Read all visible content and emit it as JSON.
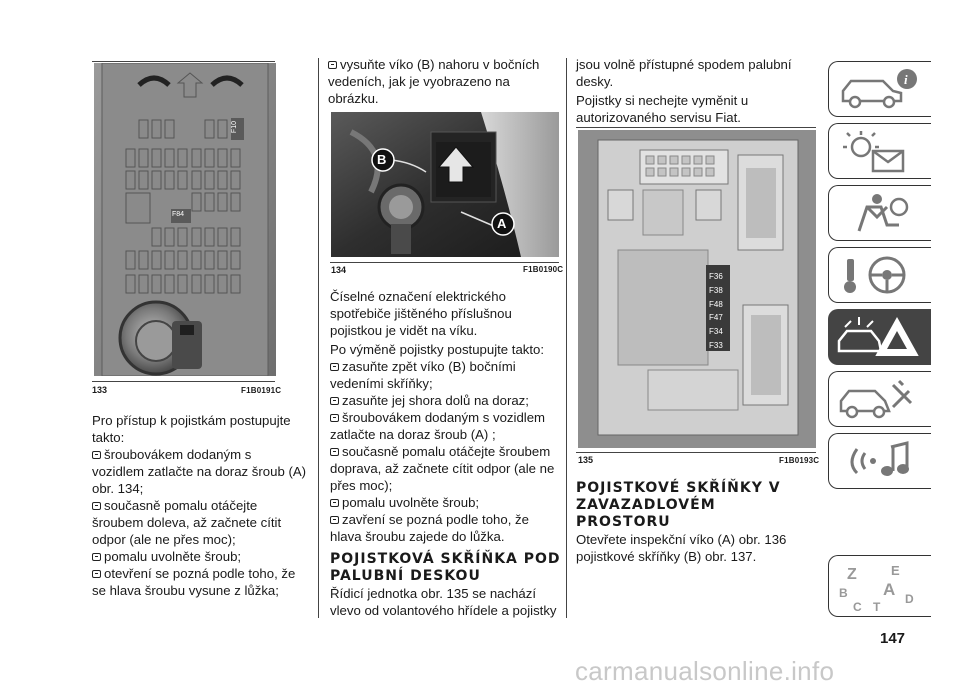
{
  "page_number": "147",
  "watermark": "carmanualsonline.info",
  "figures": {
    "f133": {
      "number": "133",
      "code": "F1B0191C",
      "labels": [
        "F10",
        "F84"
      ]
    },
    "f134": {
      "number": "134",
      "code": "F1B0190C",
      "labels": [
        "B",
        "A"
      ]
    },
    "f135": {
      "number": "135",
      "code": "F1B0193C",
      "labels": [
        "F36",
        "F38",
        "F48",
        "F47",
        "F34",
        "F33"
      ]
    }
  },
  "col1": {
    "intro": "Pro přístup k pojistkám postupujte takto:",
    "bullets": [
      "šroubovákem dodaným s vozidlem zatlačte na doraz šroub (A) obr. 134;",
      "současně pomalu otáčejte šroubem doleva, až začnete cítit odpor (ale ne přes moc);",
      "pomalu uvolněte šroub;",
      "otevření se pozná podle toho, že se hlava šroubu vysune z lůžka;"
    ]
  },
  "col2": {
    "bullet_top": "vysuňte víko (B) nahoru v bočních vedeních, jak je vyobrazeno na obrázku.",
    "para1": "Číselné označení elektrického spotřebiče jištěného příslušnou pojistkou je vidět na víku.",
    "para2": "Po výměně pojistky postupujte takto:",
    "bullets": [
      "zasuňte zpět víko (B) bočními vedeními skříňky;",
      "zasuňte jej shora dolů na doraz;",
      "šroubovákem dodaným s vozidlem zatlačte na doraz šroub (A) ;",
      "současně pomalu otáčejte šroubem doprava, až začnete cítit odpor (ale ne přes moc);",
      "pomalu uvolněte šroub;",
      "zavření se pozná podle toho, že hlava šroubu zajede do lůžka."
    ],
    "heading": "POJISTKOVÁ SKŘÍŇKA POD PALUBNÍ DESKOU",
    "para3": "Řídicí jednotka obr. 135 se nachází vlevo od volantového hřídele a pojistky"
  },
  "col3": {
    "para1": "jsou volně přístupné spodem palubní desky.",
    "para2": "Pojistky si nechejte vyměnit u autorizovaného servisu Fiat.",
    "heading": "POJISTKOVÉ SKŘÍŇKY V ZAVAZADLOVÉM PROSTORU",
    "para3": "Otevřete inspekční víko (A) obr. 136 pojistkové skříňky (B) obr. 137."
  },
  "tabs": [
    {
      "icon": "car-info-icon"
    },
    {
      "icon": "warning-lights-message-icon"
    },
    {
      "icon": "seat-airbag-icon"
    },
    {
      "icon": "key-steering-wheel-icon"
    },
    {
      "icon": "car-breakdown-warning-icon",
      "active": true
    },
    {
      "icon": "car-service-tools-icon"
    },
    {
      "icon": "multimedia-music-icon"
    },
    {
      "icon": "alphabetical-index-icon",
      "letters": [
        "Z",
        "E",
        "B",
        "A",
        "C",
        "T",
        "D"
      ]
    }
  ]
}
